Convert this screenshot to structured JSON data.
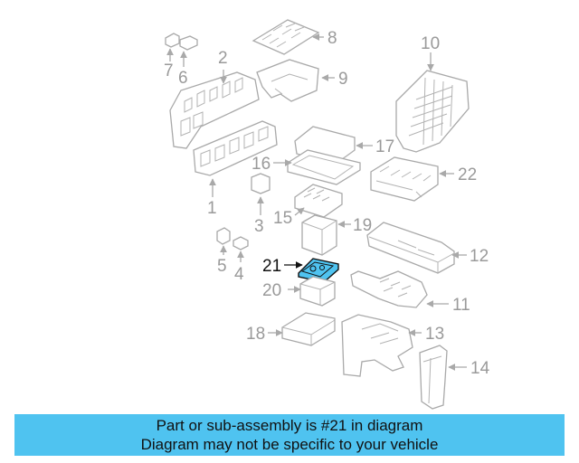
{
  "diagram": {
    "callouts": [
      "1",
      "2",
      "3",
      "4",
      "5",
      "6",
      "7",
      "8",
      "9",
      "10",
      "11",
      "12",
      "13",
      "14",
      "15",
      "16",
      "17",
      "18",
      "19",
      "20",
      "21",
      "22"
    ],
    "highlighted_part": "21",
    "highlight_color": "#4fc3f0"
  },
  "banner": {
    "line1": "Part or sub-assembly is #21 in diagram",
    "line2": "Diagram may not be specific to your vehicle",
    "background": "#4fc3f0"
  }
}
